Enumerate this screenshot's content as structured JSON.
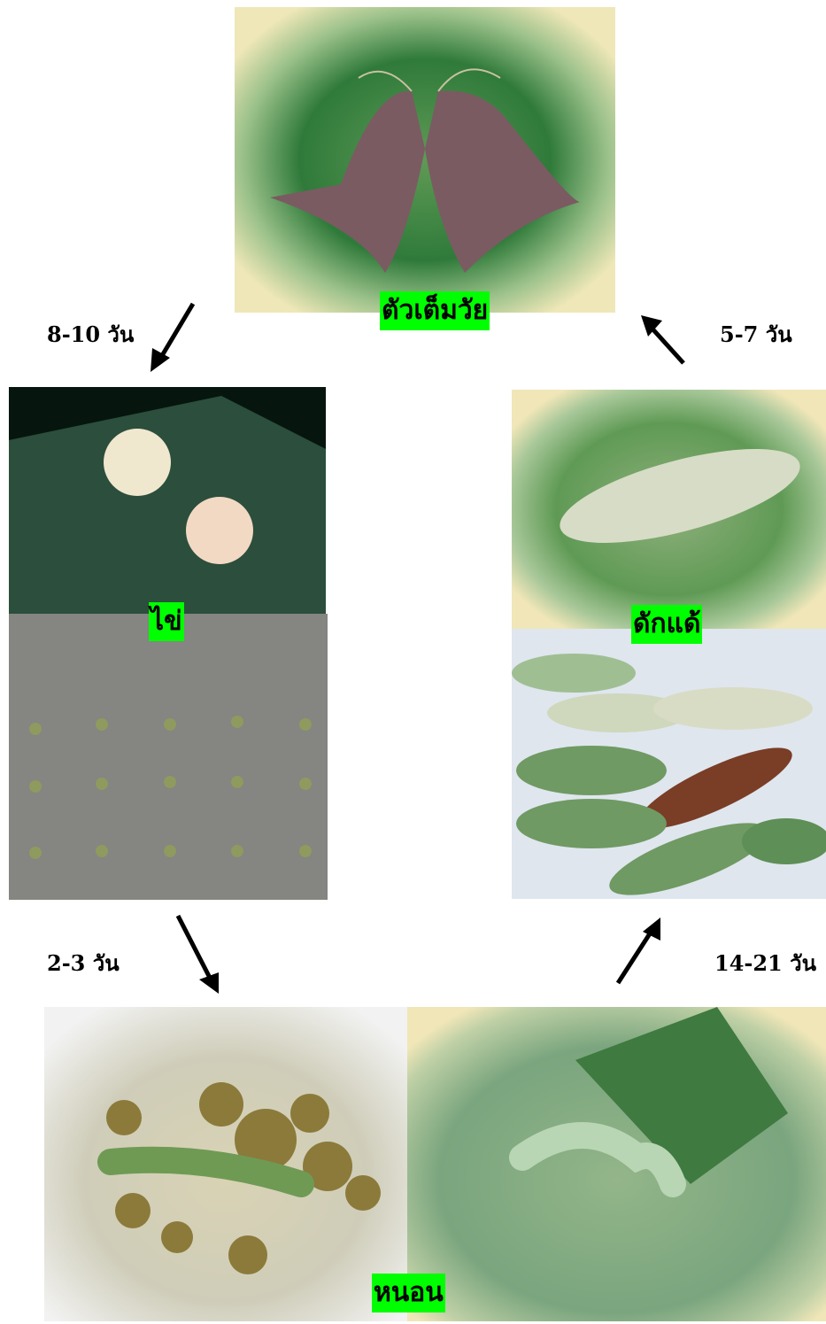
{
  "stages": {
    "adult": "ตัวเต็มวัย",
    "egg": "ไข่",
    "larva": "หนอน",
    "pupa": "ดักแด้"
  },
  "durations": {
    "adult_to_egg": "8-10 วัน",
    "egg_to_larva": "2-3 วัน",
    "larva_to_pupa": "14-21 วัน",
    "pupa_to_adult": "5-7 วัน"
  }
}
